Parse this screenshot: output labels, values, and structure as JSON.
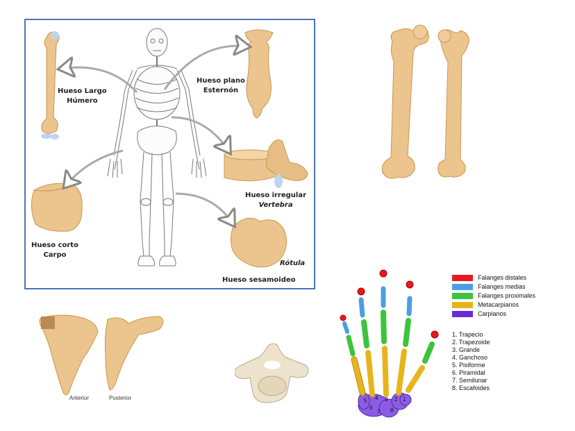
{
  "colors": {
    "bone": "#ecc48d",
    "bone_dark": "#c9964f",
    "frame": "#4a74b8",
    "arrow": "#aaaaaa"
  },
  "diagram": {
    "labels": {
      "largo": [
        "Hueso Largo",
        "Húmero"
      ],
      "plano": [
        "Hueso plano",
        "Esternón"
      ],
      "irregular": [
        "Hueso irregular",
        "Vertebra"
      ],
      "corto": [
        "Hueso corto",
        "Carpo"
      ],
      "rotula": "Rótula",
      "sesamoideo": "Hueso sesamoideo"
    }
  },
  "scapula": {
    "anterior": "Anterior",
    "posterior": "Posterior"
  },
  "hand": {
    "legend": [
      {
        "label": "Falanges distales",
        "color": "#e8191c"
      },
      {
        "label": "Falanges medias",
        "color": "#4b9fe0"
      },
      {
        "label": "Falanges proximales",
        "color": "#3cc43c"
      },
      {
        "label": "Metacarpianos",
        "color": "#e8b41c"
      },
      {
        "label": "Carpianos",
        "color": "#6a2bd6"
      }
    ],
    "carpals": [
      "1. Trapecio",
      "2. Trapezoide",
      "3. Grande",
      "4. Ganchoso",
      "5. Pisiforme",
      "6. Piramidal",
      "7. Semilunar",
      "8. Escafoides"
    ],
    "carpal_numbers": [
      "1",
      "2",
      "3",
      "4",
      "5",
      "6",
      "7",
      "8"
    ]
  }
}
